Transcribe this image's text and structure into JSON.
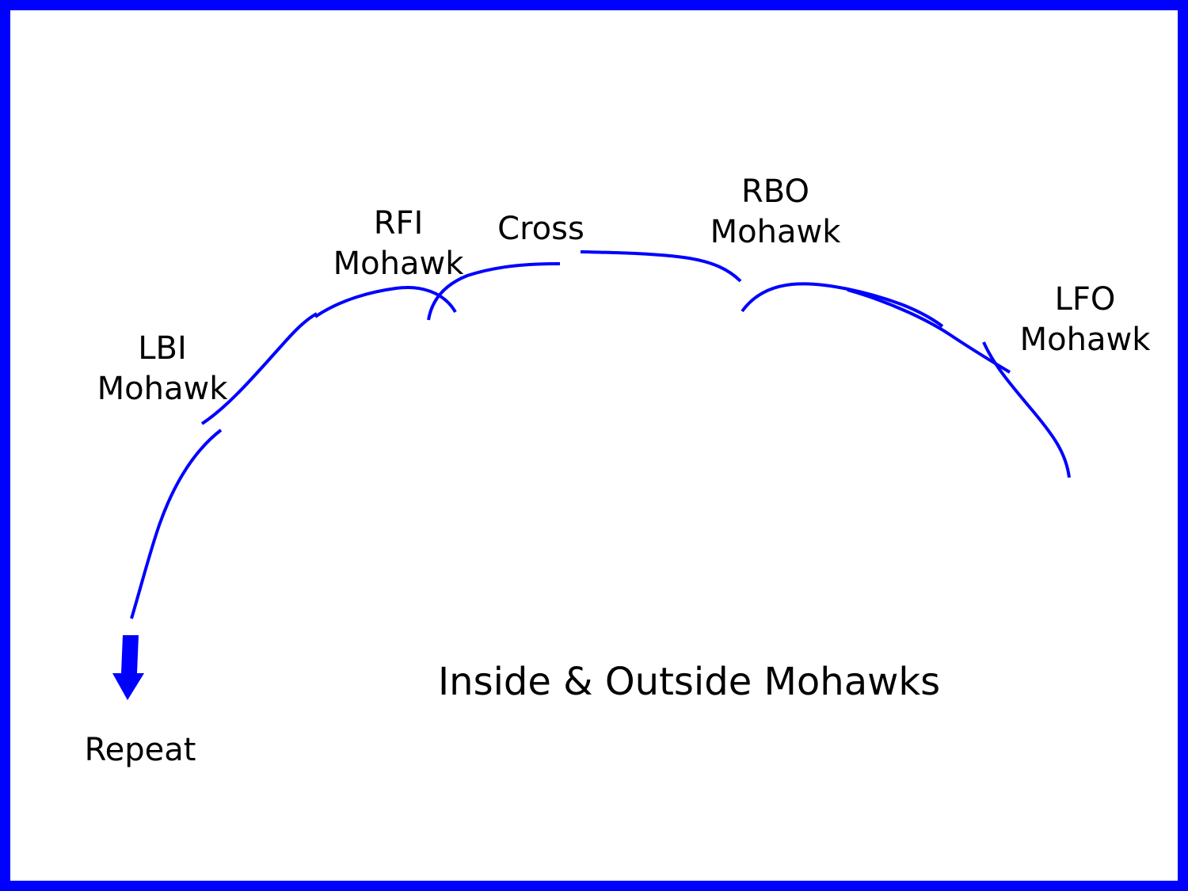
{
  "diagram": {
    "title": "Inside & Outside Mohawks",
    "stroke_color": "#0000ff",
    "labels": {
      "lbi": [
        "LBI",
        "Mohawk"
      ],
      "rfi": [
        "RFI",
        "Mohawk"
      ],
      "cross": "Cross",
      "rbo": [
        "RBO",
        "Mohawk"
      ],
      "lfo": [
        "LFO",
        "Mohawk"
      ],
      "repeat": "Repeat"
    }
  }
}
